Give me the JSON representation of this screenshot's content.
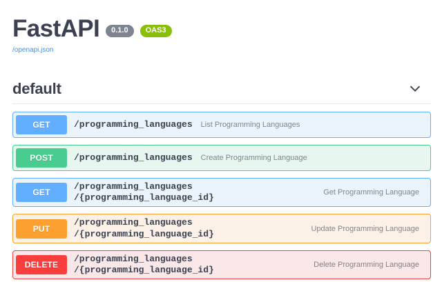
{
  "header": {
    "title": "FastAPI",
    "version_badge": "0.1.0",
    "spec_badge": "OAS3",
    "spec_link": "/openapi.json"
  },
  "tag_section": {
    "name": "default",
    "toggle_icon": "chevron-down-icon"
  },
  "operations": [
    {
      "method": "GET",
      "path": "/programming_languages",
      "path_line2": "",
      "summary": "List Programming Languages",
      "layout": "compact",
      "color": "#61affe",
      "row_bg": "#ebf3fb"
    },
    {
      "method": "POST",
      "path": "/programming_languages",
      "path_line2": "",
      "summary": "Create Programming Language",
      "layout": "compact",
      "color": "#49cc90",
      "row_bg": "#e8f6f0"
    },
    {
      "method": "GET",
      "path": "/programming_languages",
      "path_line2": "/{programming_language_id}",
      "summary": "Get Programming Language",
      "layout": "wrapped",
      "color": "#61affe",
      "row_bg": "#ebf3fb"
    },
    {
      "method": "PUT",
      "path": "/programming_languages",
      "path_line2": "/{programming_language_id}",
      "summary": "Update Programming Language",
      "layout": "wrapped",
      "color": "#fca130",
      "row_bg": "#fbf1e6"
    },
    {
      "method": "DELETE",
      "path": "/programming_languages",
      "path_line2": "/{programming_language_id}",
      "summary": "Delete Programming Language",
      "layout": "wrapped",
      "color": "#f93e3e",
      "row_bg": "#fae7e7"
    }
  ]
}
